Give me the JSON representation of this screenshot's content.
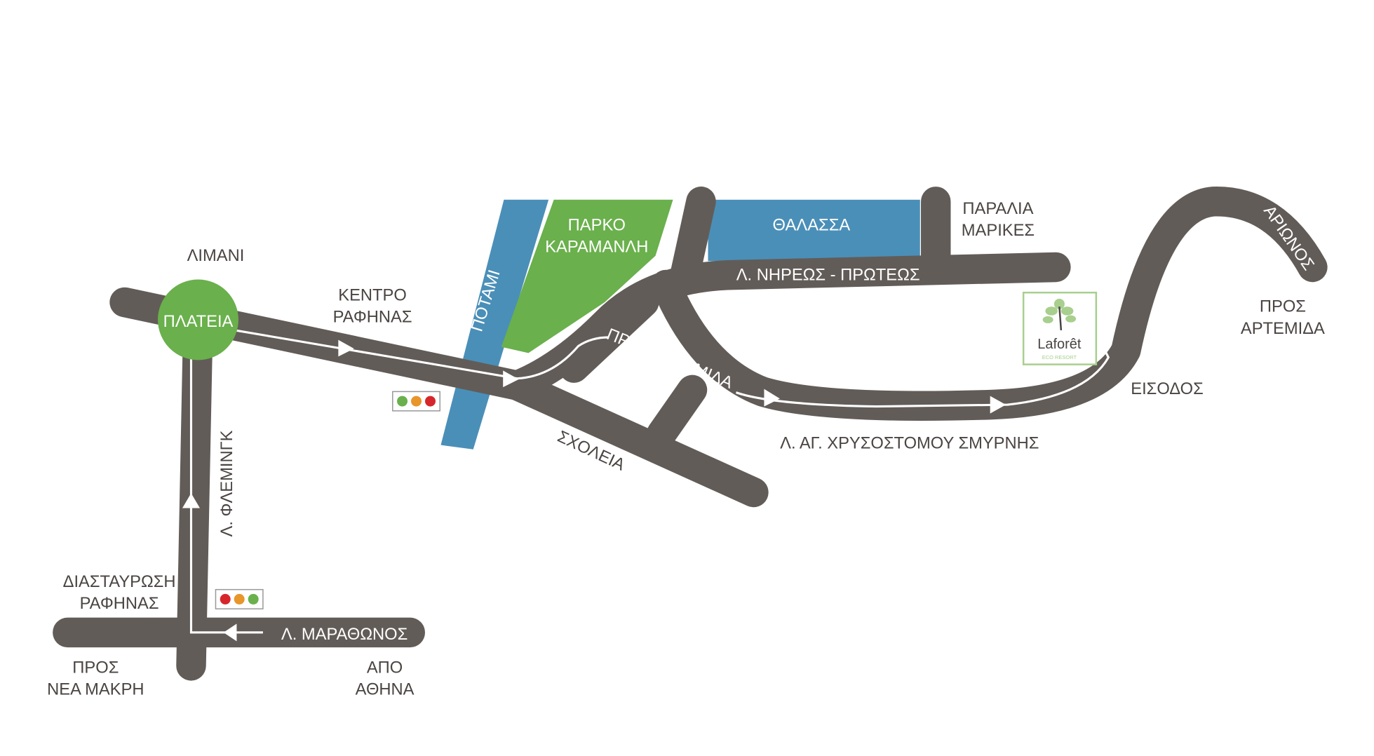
{
  "map": {
    "colors": {
      "road": "#625c58",
      "water": "#4a8fb8",
      "park": "#6ab04c",
      "text": "#4a4442",
      "logo_green": "#a8cf8e"
    },
    "places": {
      "limani": "ΛΙΜΑΝΙ",
      "plateia": "ΠΛΑΤΕΙΑ",
      "kentro": [
        "ΚΕΝΤΡΟ",
        "ΡΑΦΗΝΑΣ"
      ],
      "potami": "ΠΟΤΑΜΙ",
      "parko": [
        "ΠΑΡΚΟ",
        "ΚΑΡΑΜΑΝΛΗ"
      ],
      "thalassa": "ΘΑΛΑΣΣΑ",
      "paralia": [
        "ΠΑΡΑΛΙΑ",
        "ΜΑΡΙΚΕΣ"
      ],
      "nireos": "Λ. ΝΗΡΕΩΣ - ΠΡΩΤΕΩΣ",
      "pros_artemida_road": "ΠΡΟΣ ΑΡΤΕΜΙΔΑ",
      "scholeia": "ΣΧΟΛΕΙΑ",
      "chrysostomou": "Λ. ΑΓ. ΧΡΥΣΟΣΤΟΜΟΥ ΣΜΥΡΝΗΣ",
      "eisodos": "ΕΙΣΟΔΟΣ",
      "arionos": "ΑΡΙΩΝΟΣ",
      "pros_artemida": [
        "ΠΡΟΣ",
        "ΑΡΤΕΜΙΔΑ"
      ],
      "fleming": "Λ. ΦΛΕΜΙΝΓΚ",
      "diastavrosi": [
        "ΔΙΑΣΤΑΥΡΩΣΗ",
        "ΡΑΦΗΝΑΣ"
      ],
      "marathonos": "Λ. ΜΑΡΑΘΩΝΟΣ",
      "pros_nea_makri": [
        "ΠΡΟΣ",
        "ΝΕΑ ΜΑΚΡΗ"
      ],
      "apo_athina": [
        "ΑΠΟ",
        "ΑΘΗΝΑ"
      ]
    },
    "logo": {
      "name": "Laforêt",
      "tagline": "ECO RESORT"
    },
    "icons": [
      "traffic-light-icon",
      "direction-arrow-icon",
      "tree-logo-icon"
    ]
  }
}
